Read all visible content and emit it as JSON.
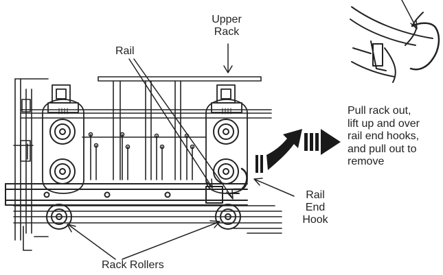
{
  "labels": {
    "upper_rack": [
      "Upper",
      "Rack"
    ],
    "rail": "Rail",
    "rail_end_hook": [
      "Rail",
      "End",
      "Hook"
    ],
    "rack_rollers": "Rack Rollers"
  },
  "instructions": [
    "Pull rack out,",
    "lift up and over",
    "rail end hooks,",
    "and pull out to",
    "remove"
  ],
  "colors": {
    "line": "#222222",
    "arrow": "#1a1a1a",
    "background": "#ffffff"
  },
  "icons": [
    "direction-arrow-icon",
    "roller-wheel-icon"
  ]
}
